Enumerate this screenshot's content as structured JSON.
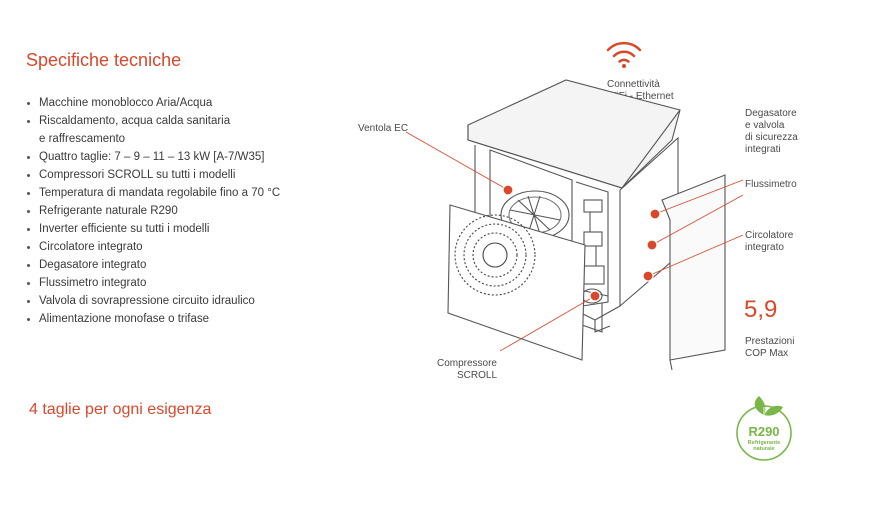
{
  "heading": "Specifiche tecniche",
  "specs": [
    "Macchine monoblocco Aria/Acqua",
    "Riscaldamento, acqua calda sanitaria\ne raffrescamento",
    "Quattro taglie: 7 – 9 – 11 – 13 kW [A-7/W35]",
    "Compressori SCROLL su tutti i modelli",
    "Temperatura di mandata regolabile fino a 70 °C",
    "Refrigerante naturale R290",
    "Inverter efficiente su tutti i modelli",
    "Circolatore integrato",
    "Degasatore integrato",
    "Flussimetro integrato",
    "Valvola di sovrapressione circuito idraulico",
    "Alimentazione monofase o trifase"
  ],
  "subheading": "4 taglie per ogni esigenza",
  "callouts": {
    "wifi": "Connettività\nWiFi - Ethernet",
    "fan": "Ventola EC",
    "degasser": "Degasatore\ne valvola\ndi sicurezza\nintegrati",
    "flowmeter": "Flussimetro",
    "circulator": "Circolatore\nintegrato",
    "compressor": "Compressore\nSCROLL"
  },
  "cop": {
    "value": "5,9",
    "label": "Prestazioni\nCOP Max"
  },
  "badge": {
    "code": "R290",
    "text": "Refrigerante\nnaturale"
  },
  "colors": {
    "accent": "#d9482b",
    "text": "#3a3a3a",
    "badge": "#7ab648"
  },
  "icons": {
    "wifi": "wifi-icon",
    "leaf": "leaf-icon"
  }
}
